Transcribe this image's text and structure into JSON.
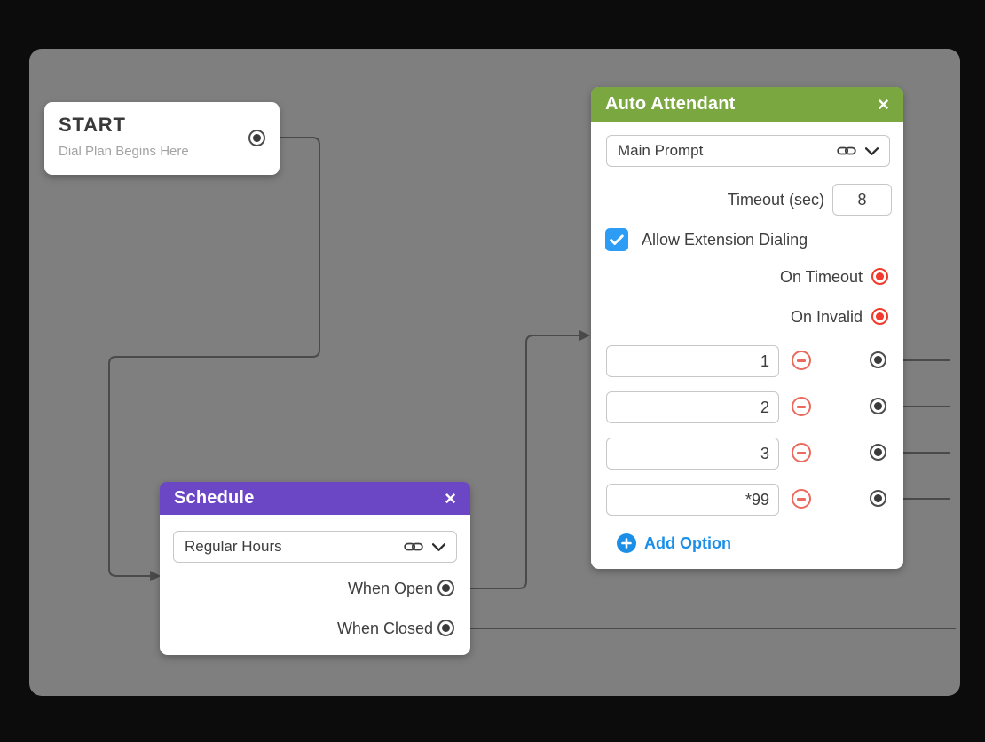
{
  "colors": {
    "canvas_bg": "#7f7f7f",
    "frame_bg": "#0c0c0c",
    "auto_attendant_header": "#7AA73F",
    "schedule_header": "#6B46C5",
    "checkbox_blue": "#2D9CF4",
    "add_option_blue": "#1B8FE8",
    "event_port_red": "#F2392B",
    "remove_red": "#EC6A5D",
    "connector": "#4a4a4a"
  },
  "nodes": {
    "start": {
      "title": "START",
      "subtitle": "Dial Plan Begins Here"
    },
    "schedule": {
      "title": "Schedule",
      "close_label": "×",
      "selector_value": "Regular Hours",
      "ports": [
        {
          "label": "When Open"
        },
        {
          "label": "When Closed"
        }
      ]
    },
    "auto_attendant": {
      "title": "Auto Attendant",
      "close_label": "×",
      "selector_value": "Main Prompt",
      "timeout_label": "Timeout (sec)",
      "timeout_value": "8",
      "checkbox_label": "Allow Extension Dialing",
      "checkbox_checked": true,
      "event_ports": [
        {
          "label": "On Timeout"
        },
        {
          "label": "On Invalid"
        }
      ],
      "options": [
        "1",
        "2",
        "3",
        "*99"
      ],
      "add_option_label": "Add Option"
    }
  }
}
